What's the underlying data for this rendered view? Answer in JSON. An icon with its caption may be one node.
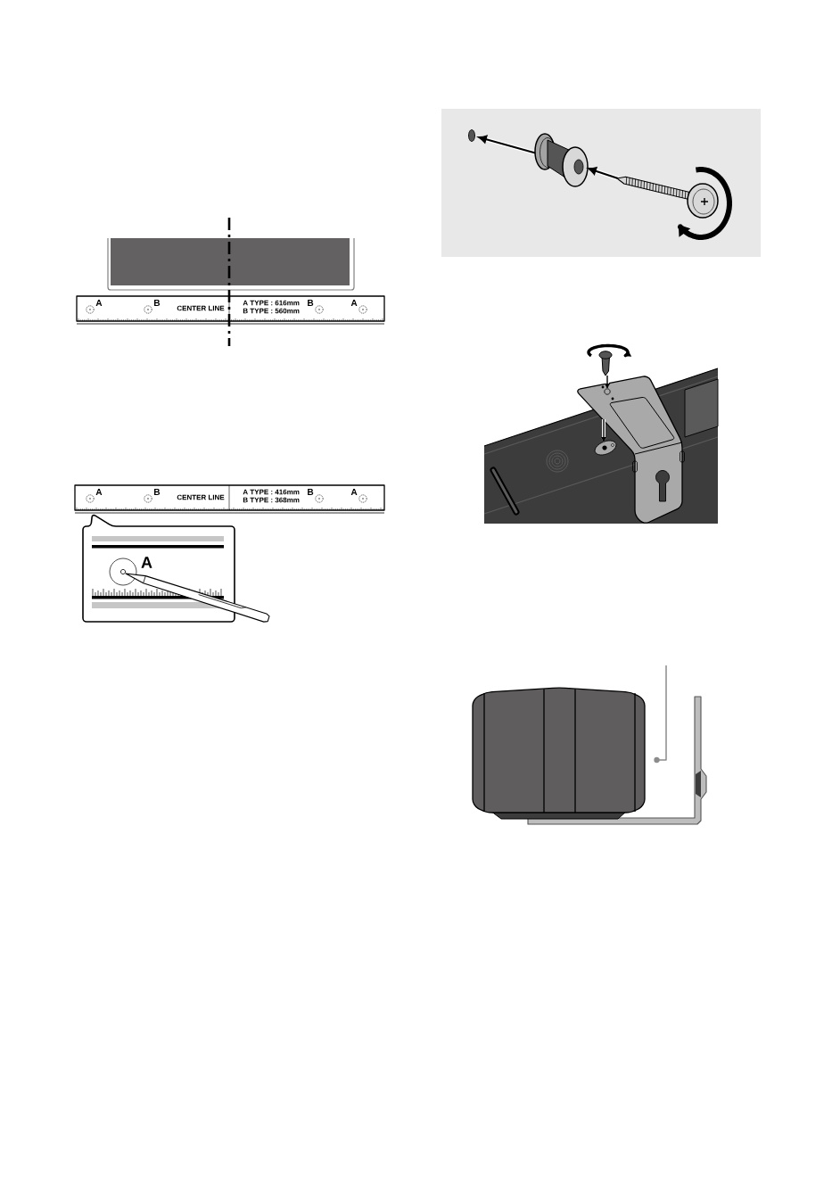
{
  "diagram": {
    "nodes": [
      {
        "text": [
          "A",
          "B",
          "CENTER LINE",
          "A TYPE : 616mm",
          "B TYPE : 560mm",
          "B",
          "A"
        ]
      },
      {
        "text": [
          "A",
          "B",
          "CENTER LINE",
          "A TYPE : 416mm",
          "B TYPE : 368mm",
          "B",
          "A"
        ]
      },
      {
        "text": [
          "A"
        ]
      },
      {
        "text": [],
        "shape": "picture"
      }
    ],
    "edges": [
      {
        "from": null,
        "to": 3,
        "arrow": "to"
      }
    ]
  }
}
